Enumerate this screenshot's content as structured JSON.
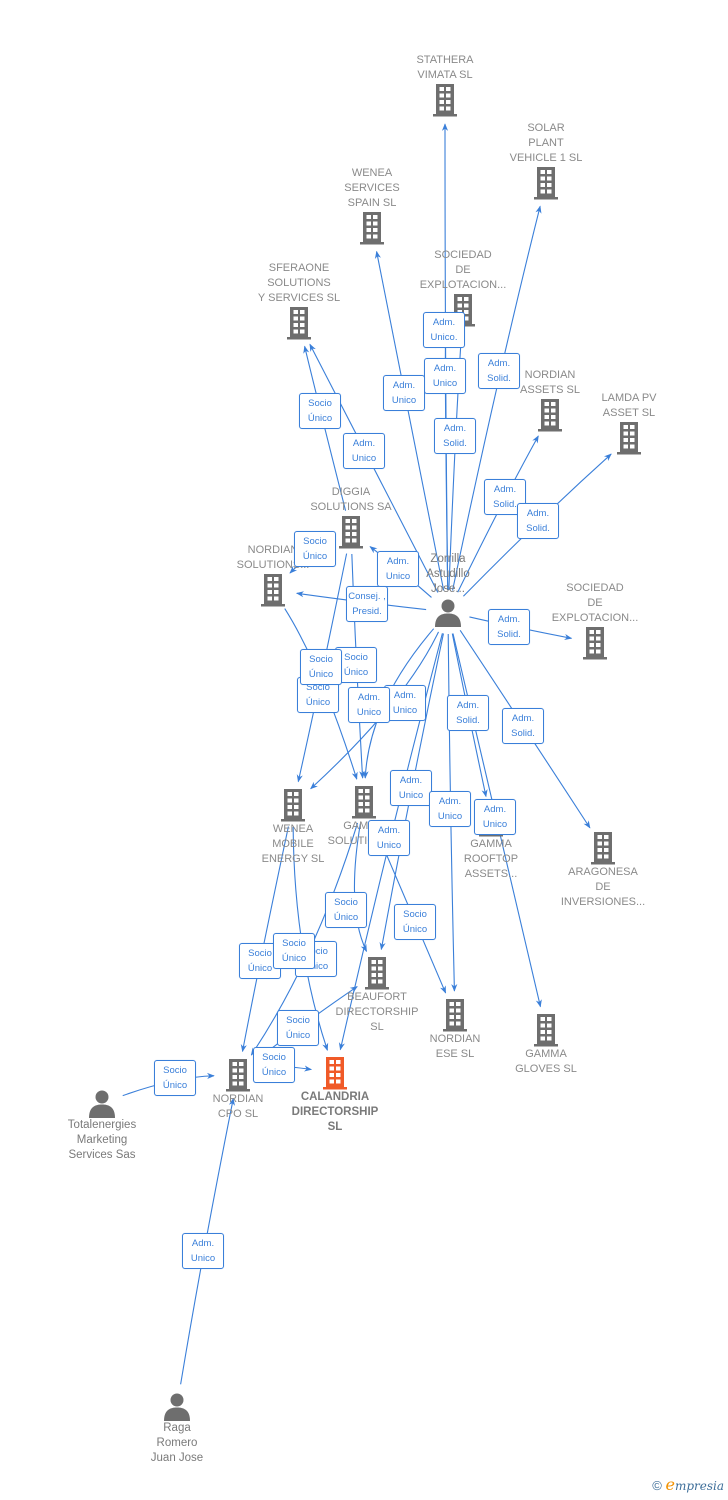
{
  "diagram": {
    "colors": {
      "company": "#6e6e6e",
      "focus": "#f05a28",
      "person": "#6e6e6e",
      "edge": "#3a7fd9"
    },
    "nodes": [
      {
        "id": "stathera",
        "type": "company",
        "name": "STATHERA\nVIMATA  SL"
      },
      {
        "id": "solar",
        "type": "company",
        "name": "SOLAR\nPLANT\nVEHICLE 1  SL"
      },
      {
        "id": "wenea_spain",
        "type": "company",
        "name": "WENEA\nSERVICES\nSPAIN  SL"
      },
      {
        "id": "soc_expl1",
        "type": "company",
        "name": "SOCIEDAD\nDE\nEXPLOTACION..."
      },
      {
        "id": "sferaone",
        "type": "company",
        "name": "SFERAONE\nSOLUTIONS\nY SERVICES SL"
      },
      {
        "id": "nordian_assets",
        "type": "company",
        "name": "NORDIAN\nASSETS  SL"
      },
      {
        "id": "lamda",
        "type": "company",
        "name": "LAMDA PV\nASSET  SL"
      },
      {
        "id": "diggia",
        "type": "company",
        "name": "DIGGIA\nSOLUTIONS SA"
      },
      {
        "id": "nordian_sol",
        "type": "company",
        "name": "NORDIAN\nSOLUTIONS..."
      },
      {
        "id": "zorrilla",
        "type": "person",
        "name": "Zorrilla\nAstudillo\nJose..."
      },
      {
        "id": "soc_expl2",
        "type": "company",
        "name": "SOCIEDAD\nDE\nEXPLOTACION..."
      },
      {
        "id": "wenea_mobile",
        "type": "company",
        "name": "WENEA\nMOBILE\nENERGY  SL"
      },
      {
        "id": "gamma_sol",
        "type": "company",
        "name": "GAMMA\nSOLUTIONS..."
      },
      {
        "id": "gamma_roof",
        "type": "company",
        "name": "GAMMA\nROOFTOP\nASSETS..."
      },
      {
        "id": "aragonesa",
        "type": "company",
        "name": "ARAGONESA\nDE\nINVERSIONES..."
      },
      {
        "id": "beaufort",
        "type": "company",
        "name": "BEAUFORT\nDIRECTORSHIP\nSL"
      },
      {
        "id": "nordian_ese",
        "type": "company",
        "name": "NORDIAN\nESE  SL"
      },
      {
        "id": "gamma_gloves",
        "type": "company",
        "name": "GAMMA\nGLOVES  SL"
      },
      {
        "id": "totalenergies",
        "type": "person",
        "name": "Totalenergies\nMarketing\nServices Sas"
      },
      {
        "id": "nordian_cpo",
        "type": "company",
        "name": "NORDIAN\nCPO  SL"
      },
      {
        "id": "calandria",
        "type": "focus",
        "name": "CALANDRIA\nDIRECTORSHIP\nSL"
      },
      {
        "id": "raga",
        "type": "person",
        "name": "Raga\nRomero\nJuan Jose"
      }
    ],
    "edges": [
      {
        "from": "zorrilla",
        "to": "stathera",
        "label": "Adm.\nUnico"
      },
      {
        "from": "zorrilla",
        "to": "soc_expl1",
        "label": "Adm.\nUnico."
      },
      {
        "from": "zorrilla",
        "to": "solar",
        "label": "Adm.\nSolid."
      },
      {
        "from": "zorrilla",
        "to": "wenea_spain",
        "label": "Adm.\nUnico"
      },
      {
        "from": "zorrilla",
        "to": "soc_expl1",
        "label": "Adm.\nSolid."
      },
      {
        "from": "diggia",
        "to": "sferaone",
        "label": "Socio\nÚnico"
      },
      {
        "from": "zorrilla",
        "to": "sferaone",
        "label": "Adm.\nUnico"
      },
      {
        "from": "zorrilla",
        "to": "nordian_assets",
        "label": "Adm.\nSolid."
      },
      {
        "from": "zorrilla",
        "to": "lamda",
        "label": "Adm.\nSolid."
      },
      {
        "from": "diggia",
        "to": "nordian_sol",
        "label": "Socio\nÚnico"
      },
      {
        "from": "zorrilla",
        "to": "diggia",
        "label": "Adm.\nUnico"
      },
      {
        "from": "zorrilla",
        "to": "nordian_sol",
        "label": "Consej. ,\nPresid."
      },
      {
        "from": "zorrilla",
        "to": "soc_expl2",
        "label": "Adm.\nSolid."
      },
      {
        "from": "diggia",
        "to": "wenea_mobile",
        "label": "Socio\nÚnico"
      },
      {
        "from": "diggia",
        "to": "gamma_sol",
        "label": "Socio\nÚnico"
      },
      {
        "from": "nordian_sol",
        "to": "gamma_sol",
        "label": "Socio\nÚnico"
      },
      {
        "from": "zorrilla",
        "to": "wenea_mobile",
        "label": "Adm.\nUnico"
      },
      {
        "from": "zorrilla",
        "to": "gamma_sol",
        "label": "Adm.\nUnico"
      },
      {
        "from": "zorrilla",
        "to": "gamma_roof",
        "label": "Adm.\nSolid."
      },
      {
        "from": "zorrilla",
        "to": "aragonesa",
        "label": "Adm.\nSolid."
      },
      {
        "from": "zorrilla",
        "to": "beaufort",
        "label": "Adm.\nUnico"
      },
      {
        "from": "zorrilla",
        "to": "nordian_ese",
        "label": "Adm.\nUnico"
      },
      {
        "from": "zorrilla",
        "to": "gamma_gloves",
        "label": "Adm.\nUnico"
      },
      {
        "from": "zorrilla",
        "to": "calandria",
        "label": "Adm.\nUnico"
      },
      {
        "from": "gamma_sol",
        "to": "beaufort",
        "label": "Socio\nÚnico"
      },
      {
        "from": "gamma_sol",
        "to": "nordian_ese",
        "label": "Socio\nÚnico"
      },
      {
        "from": "wenea_mobile",
        "to": "nordian_cpo",
        "label": "Socio\nÚnico"
      },
      {
        "from": "gamma_sol",
        "to": "nordian_cpo",
        "label": "Socio\nÚnico"
      },
      {
        "from": "wenea_mobile",
        "to": "calandria",
        "label": "Socio\nÚnico"
      },
      {
        "from": "nordian_cpo",
        "to": "beaufort",
        "label": "Socio\nÚnico"
      },
      {
        "from": "nordian_cpo",
        "to": "calandria",
        "label": "Socio\nÚnico"
      },
      {
        "from": "totalenergies",
        "to": "nordian_cpo",
        "label": "Socio\nÚnico"
      },
      {
        "from": "raga",
        "to": "nordian_cpo",
        "label": "Adm.\nUnico"
      }
    ]
  },
  "footer": {
    "copyright_symbol": "©",
    "brand_initial": "e",
    "brand_rest": "mpresia"
  }
}
